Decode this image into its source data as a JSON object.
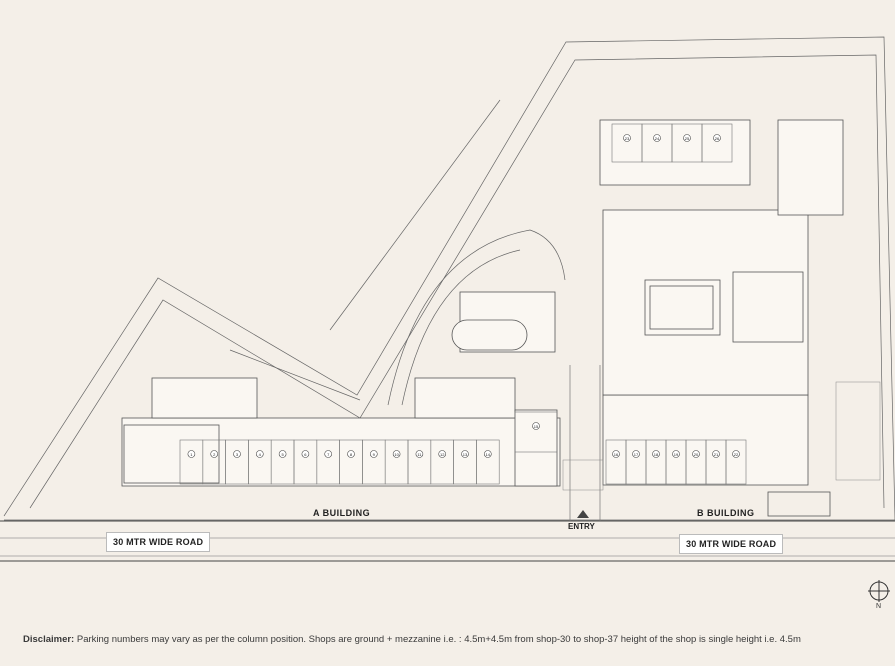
{
  "roads": {
    "left": "30 MTR WIDE ROAD",
    "right": "30 MTR WIDE ROAD"
  },
  "buildings": {
    "a": "A  BUILDING",
    "b": "B BUILDING"
  },
  "entry": "ENTRY",
  "north": "N",
  "disclaimer": {
    "label": "Disclaimer:",
    "text": " Parking numbers may vary as per the column position. Shops are ground + mezzanine i.e. : 4.5m+4.5m from shop-30 to shop-37 height of the shop is single height i.e. 4.5m"
  },
  "colors": {
    "background": "#f4efe8",
    "line": "#555555"
  },
  "a_building_shops": [
    "1",
    "2",
    "3",
    "4",
    "5",
    "6",
    "7",
    "8",
    "9",
    "10",
    "11",
    "12",
    "13",
    "14"
  ],
  "a_building_shop15": "15",
  "b_building_front_shops": [
    "16",
    "17",
    "18",
    "19",
    "20",
    "21",
    "22"
  ],
  "b_building_top_shops": [
    "23",
    "24",
    "25",
    "26"
  ]
}
